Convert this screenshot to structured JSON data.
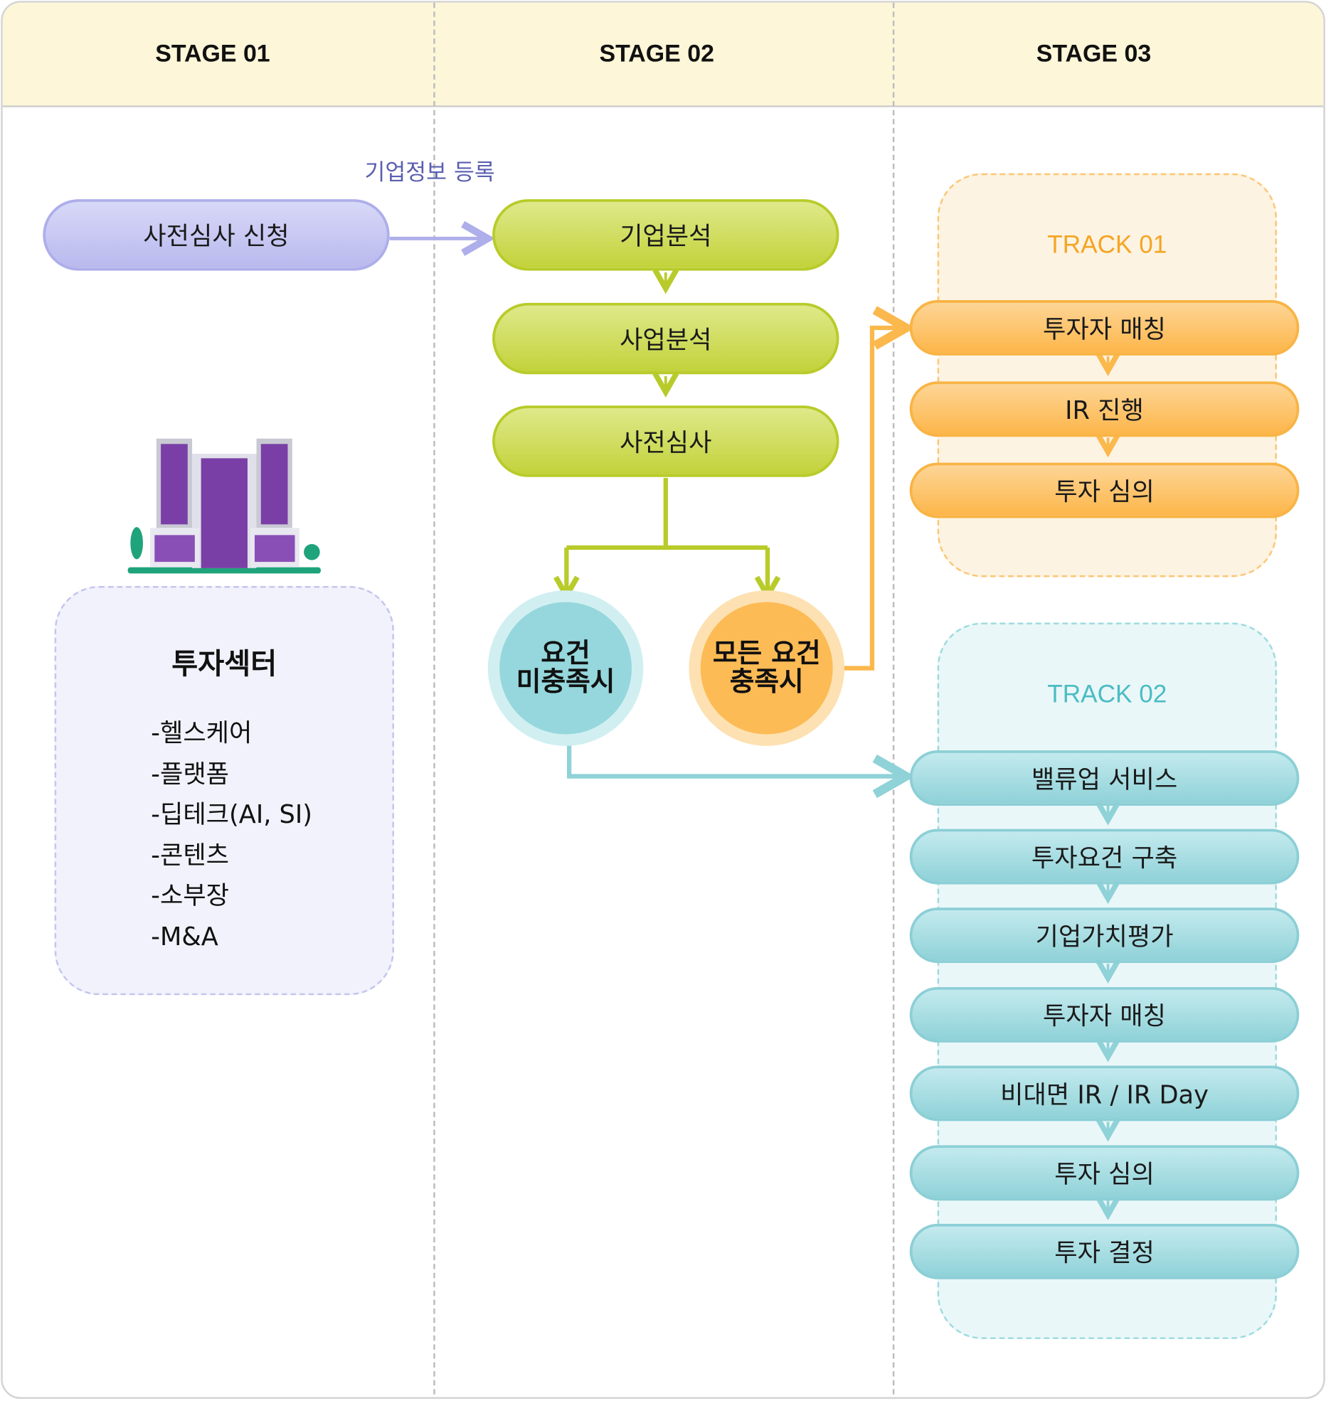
{
  "header": {
    "stages": [
      "STAGE 01",
      "STAGE 02",
      "STAGE 03"
    ]
  },
  "stage1": {
    "apply_label": "사전심사 신청",
    "register_label": "기업정보 등록",
    "sector": {
      "title": "투자섹터",
      "items": [
        "-헬스케어",
        "-플랫폼",
        "-딥테크(AI, SI)",
        "-콘텐츠",
        "-소부장",
        "-M&A"
      ]
    }
  },
  "stage2": {
    "steps": [
      "기업분석",
      "사업분석",
      "사전심사"
    ],
    "unmet": [
      "요건",
      "미충족시"
    ],
    "met": [
      "모든 요건",
      "충족시"
    ]
  },
  "stage3": {
    "track1": {
      "label": "TRACK 01",
      "steps": [
        "투자자 매칭",
        "IR 진행",
        "투자 심의"
      ]
    },
    "track2": {
      "label": "TRACK 02",
      "steps": [
        "밸류업 서비스",
        "투자요건 구축",
        "기업가치평가",
        "투자자 매칭",
        "비대면 IR / IR Day",
        "투자 심의",
        "투자 결정"
      ]
    }
  },
  "colors": {
    "lavender": "#b9b9ee",
    "green": "#c2d23a",
    "orange": "#fdb64a",
    "teal": "#8fd2d8",
    "header": "#fdf6d8"
  }
}
